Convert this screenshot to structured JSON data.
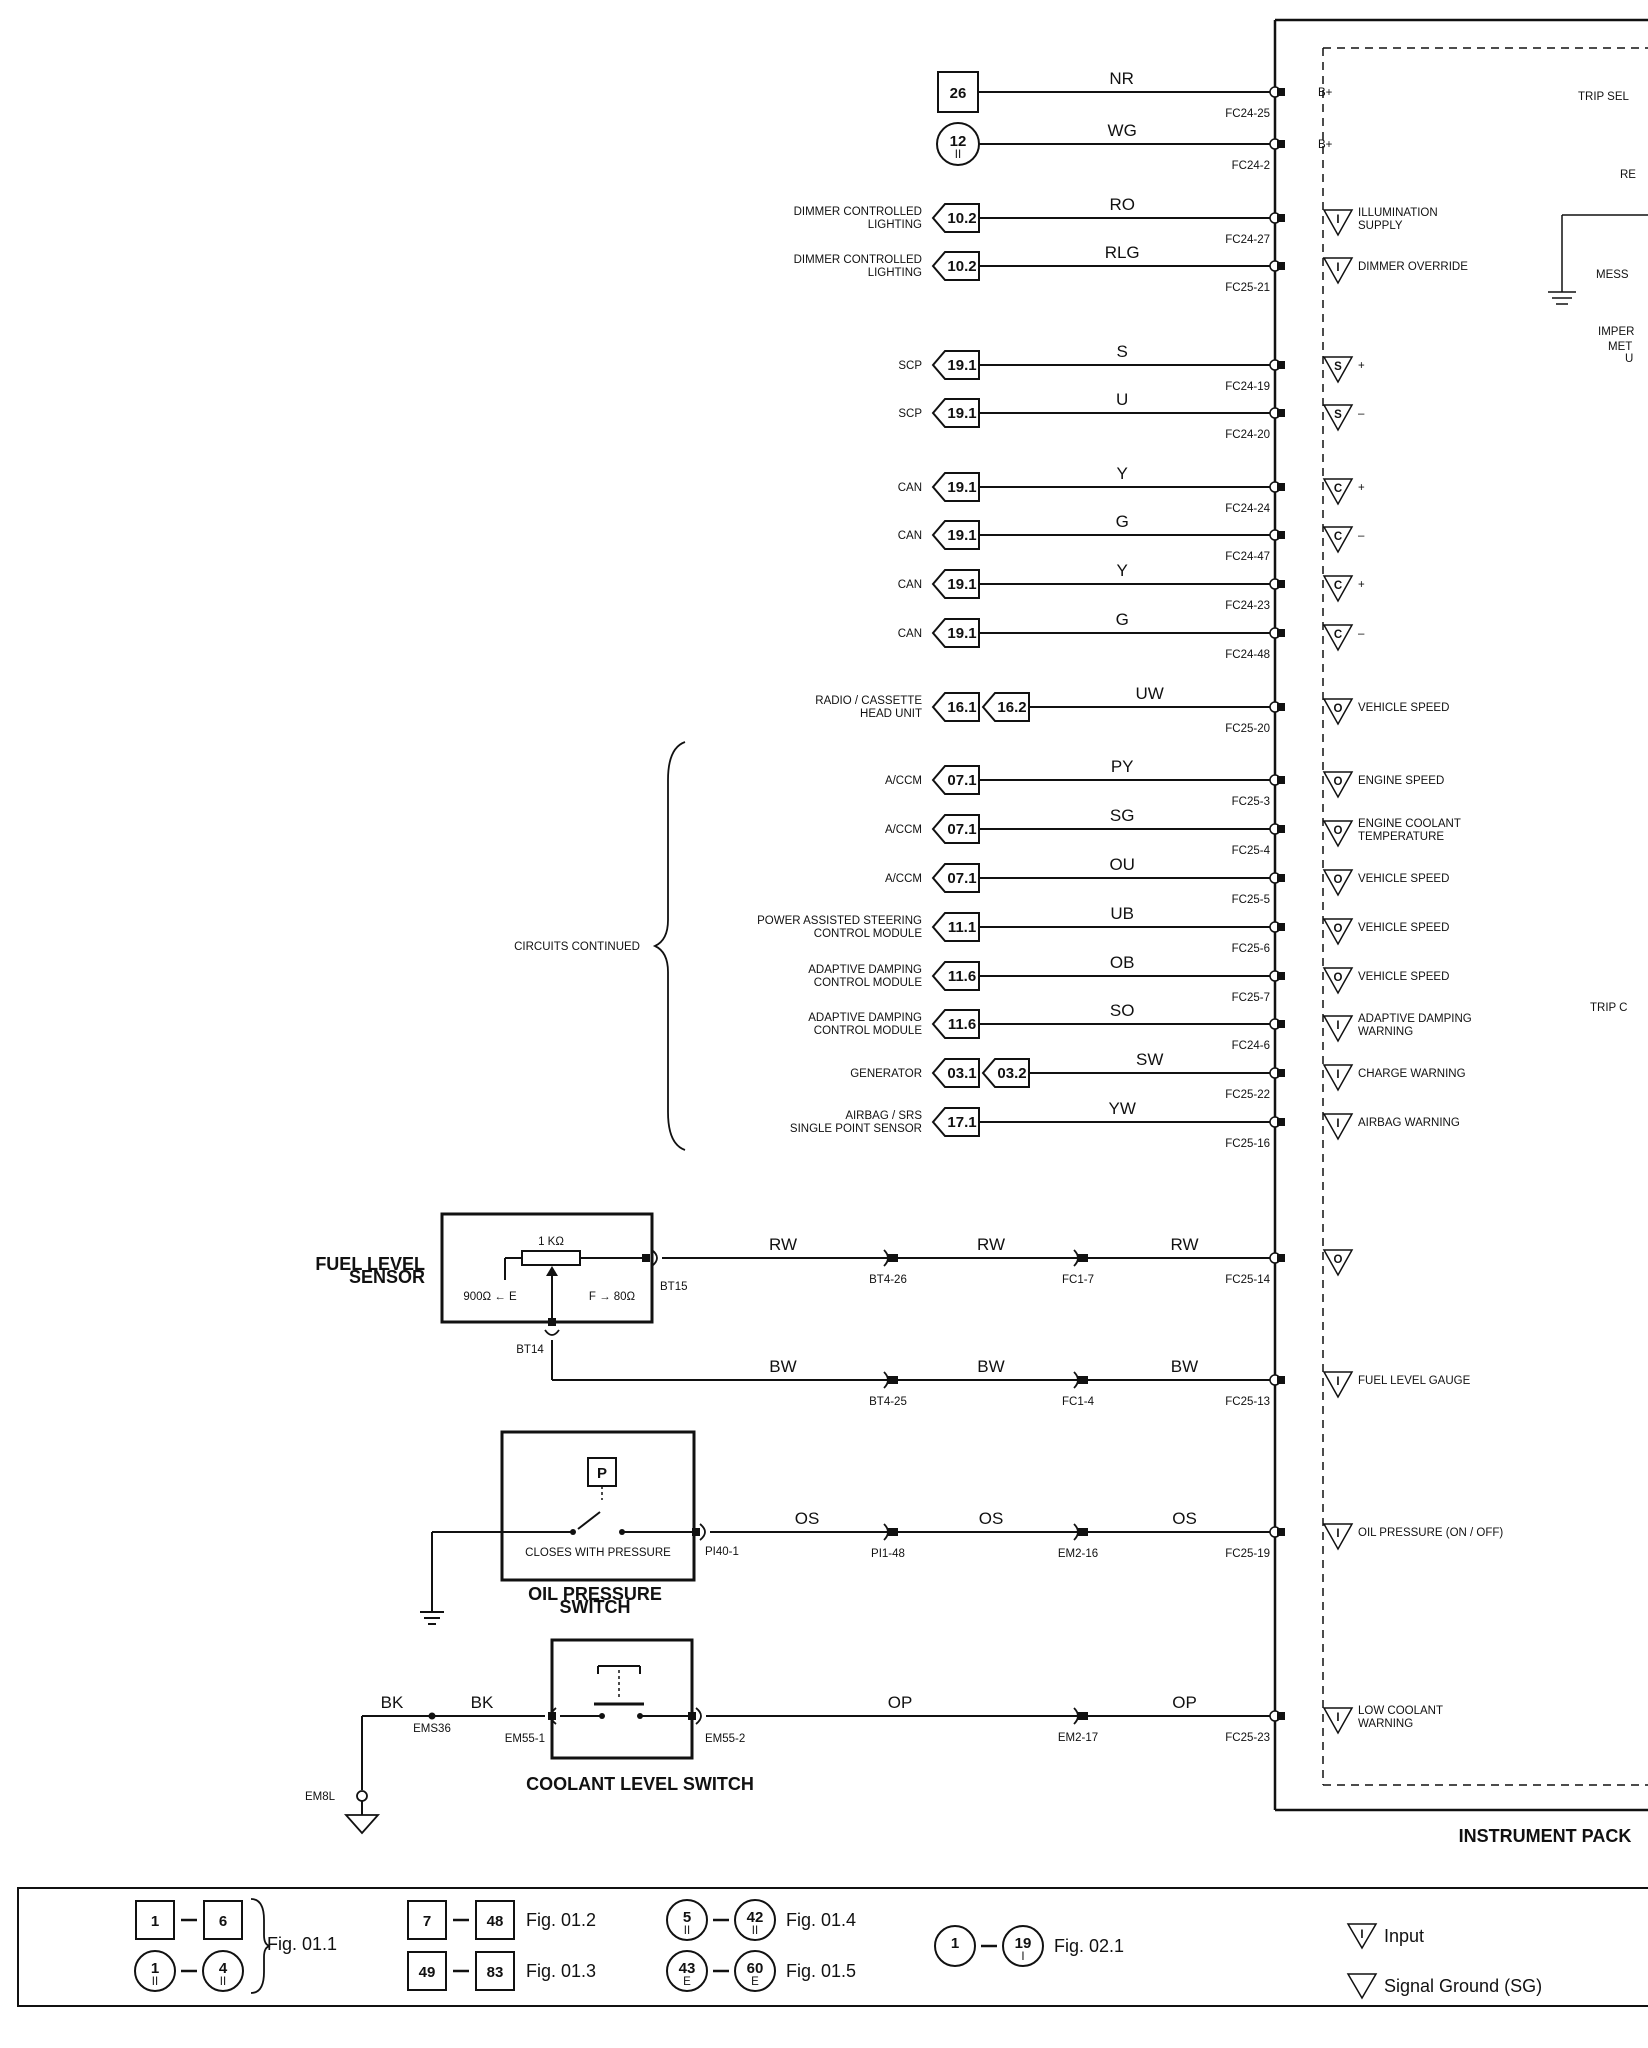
{
  "module": {
    "name": "INSTRUMENT PACK",
    "partial_labels": [
      "TRIP SEL",
      "RE",
      "MESS",
      "IMPER",
      "MET",
      "U",
      "TRIP C"
    ]
  },
  "upper_circuits": [
    {
      "source": "",
      "refs": [
        {
          "num": "26",
          "shape": "square",
          "sub": ""
        }
      ],
      "wire": "NR",
      "pin": "FC24-25",
      "symbol": "",
      "desc": "B+"
    },
    {
      "source": "",
      "refs": [
        {
          "num": "12",
          "shape": "circle",
          "sub": "II"
        }
      ],
      "wire": "WG",
      "pin": "FC24-2",
      "symbol": "",
      "desc": "B+"
    },
    {
      "source": "DIMMER CONTROLLED\nLIGHTING",
      "refs": [
        {
          "num": "10.2",
          "shape": "pent"
        }
      ],
      "wire": "RO",
      "pin": "FC24-27",
      "symbol": "I",
      "desc": "ILLUMINATION\nSUPPLY"
    },
    {
      "source": "DIMMER CONTROLLED\nLIGHTING",
      "refs": [
        {
          "num": "10.2",
          "shape": "pent"
        }
      ],
      "wire": "RLG",
      "pin": "FC25-21",
      "symbol": "I",
      "desc": "DIMMER OVERRIDE"
    },
    {
      "source": "SCP",
      "refs": [
        {
          "num": "19.1",
          "shape": "pent"
        }
      ],
      "wire": "S",
      "pin": "FC24-19",
      "symbol": "S",
      "desc": "+"
    },
    {
      "source": "SCP",
      "refs": [
        {
          "num": "19.1",
          "shape": "pent"
        }
      ],
      "wire": "U",
      "pin": "FC24-20",
      "symbol": "S",
      "desc": "–"
    },
    {
      "source": "CAN",
      "refs": [
        {
          "num": "19.1",
          "shape": "pent"
        }
      ],
      "wire": "Y",
      "pin": "FC24-24",
      "symbol": "C",
      "desc": "+"
    },
    {
      "source": "CAN",
      "refs": [
        {
          "num": "19.1",
          "shape": "pent"
        }
      ],
      "wire": "G",
      "pin": "FC24-47",
      "symbol": "C",
      "desc": "–"
    },
    {
      "source": "CAN",
      "refs": [
        {
          "num": "19.1",
          "shape": "pent"
        }
      ],
      "wire": "Y",
      "pin": "FC24-23",
      "symbol": "C",
      "desc": "+"
    },
    {
      "source": "CAN",
      "refs": [
        {
          "num": "19.1",
          "shape": "pent"
        }
      ],
      "wire": "G",
      "pin": "FC24-48",
      "symbol": "C",
      "desc": "–"
    },
    {
      "source": "RADIO / CASSETTE\nHEAD UNIT",
      "refs": [
        {
          "num": "16.1",
          "shape": "pent"
        },
        {
          "num": "16.2",
          "shape": "pent"
        }
      ],
      "wire": "UW",
      "pin": "FC25-20",
      "symbol": "O",
      "desc": "VEHICLE SPEED"
    },
    {
      "source": "A/CCM",
      "refs": [
        {
          "num": "07.1",
          "shape": "pent"
        }
      ],
      "wire": "PY",
      "pin": "FC25-3",
      "symbol": "O",
      "desc": "ENGINE SPEED"
    },
    {
      "source": "A/CCM",
      "refs": [
        {
          "num": "07.1",
          "shape": "pent"
        }
      ],
      "wire": "SG",
      "pin": "FC25-4",
      "symbol": "O",
      "desc": "ENGINE COOLANT\nTEMPERATURE"
    },
    {
      "source": "A/CCM",
      "refs": [
        {
          "num": "07.1",
          "shape": "pent"
        }
      ],
      "wire": "OU",
      "pin": "FC25-5",
      "symbol": "O",
      "desc": "VEHICLE SPEED"
    },
    {
      "source": "POWER ASSISTED STEERING\nCONTROL MODULE",
      "refs": [
        {
          "num": "11.1",
          "shape": "pent"
        }
      ],
      "wire": "UB",
      "pin": "FC25-6",
      "symbol": "O",
      "desc": "VEHICLE SPEED"
    },
    {
      "source": "ADAPTIVE DAMPING\nCONTROL MODULE",
      "refs": [
        {
          "num": "11.6",
          "shape": "pent"
        }
      ],
      "wire": "OB",
      "pin": "FC25-7",
      "symbol": "O",
      "desc": "VEHICLE SPEED"
    },
    {
      "source": "ADAPTIVE DAMPING\nCONTROL MODULE",
      "refs": [
        {
          "num": "11.6",
          "shape": "pent"
        }
      ],
      "wire": "SO",
      "pin": "FC24-6",
      "symbol": "I",
      "desc": "ADAPTIVE DAMPING\nWARNING"
    },
    {
      "source": "GENERATOR",
      "refs": [
        {
          "num": "03.1",
          "shape": "pent"
        },
        {
          "num": "03.2",
          "shape": "pent"
        }
      ],
      "wire": "SW",
      "pin": "FC25-22",
      "symbol": "I",
      "desc": "CHARGE WARNING"
    },
    {
      "source": "AIRBAG / SRS\nSINGLE POINT SENSOR",
      "refs": [
        {
          "num": "17.1",
          "shape": "pent"
        }
      ],
      "wire": "YW",
      "pin": "FC25-16",
      "symbol": "I",
      "desc": "AIRBAG WARNING"
    }
  ],
  "brace_label": "CIRCUITS CONTINUED",
  "fuel_sensor": {
    "name": "FUEL LEVEL\nSENSOR",
    "resistor": "1 KΩ",
    "empty_text": "900Ω ← E",
    "full_text": "F → 80Ω",
    "pin_signal": "BT15",
    "pin_return": "BT14",
    "signal_wire": {
      "segments": [
        "RW",
        "RW",
        "RW"
      ],
      "connectors": [
        "BT4-26",
        "FC1-7"
      ],
      "pin": "FC25-14",
      "symbol": "O",
      "desc": ""
    },
    "return_wire": {
      "segments": [
        "BW",
        "BW",
        "BW"
      ],
      "connectors": [
        "BT4-25",
        "FC1-4"
      ],
      "pin": "FC25-13",
      "symbol": "I",
      "desc": "FUEL LEVEL GAUGE"
    }
  },
  "oil_switch": {
    "name": "OIL PRESSURE\nSWITCH",
    "inner_text": "CLOSES WITH PRESSURE",
    "symbol": "P",
    "pin": "PI40-1",
    "wire": {
      "segments": [
        "OS",
        "OS",
        "OS"
      ],
      "connectors": [
        "PI1-48",
        "EM2-16"
      ],
      "pin": "FC25-19",
      "symbol": "I",
      "desc": "OIL PRESSURE (ON / OFF)"
    }
  },
  "coolant_switch": {
    "name": "COOLANT LEVEL SWITCH",
    "pin_in": "EM55-1",
    "pin_out": "EM55-2",
    "ground_wire": [
      "BK",
      "BK"
    ],
    "splice": "EMS36",
    "ground": "EM8L",
    "wire": {
      "segments": [
        "OP",
        "OP"
      ],
      "connectors": [
        "EM2-17"
      ],
      "pin": "FC25-23",
      "symbol": "I",
      "desc": "LOW COOLANT\nWARNING"
    }
  },
  "legend": {
    "groups": [
      {
        "a": "1",
        "b": "6",
        "a_sub": "",
        "b_sub": "",
        "shape": "square",
        "fig": "Fig. 01.1"
      },
      {
        "a": "1",
        "b": "4",
        "a_sub": "II",
        "b_sub": "II",
        "shape": "circle",
        "fig": ""
      },
      {
        "a": "7",
        "b": "48",
        "shape": "square",
        "fig": "Fig. 01.2"
      },
      {
        "a": "49",
        "b": "83",
        "shape": "square",
        "fig": "Fig. 01.3"
      },
      {
        "a": "5",
        "b": "42",
        "a_sub": "II",
        "b_sub": "II",
        "shape": "circle",
        "fig": "Fig. 01.4"
      },
      {
        "a": "43",
        "b": "60",
        "a_sub": "E",
        "b_sub": "E",
        "shape": "circle",
        "fig": "Fig. 01.5"
      },
      {
        "a": "1",
        "b": "19",
        "a_sub": "",
        "b_sub": "I",
        "shape": "circle",
        "fig": "Fig. 02.1"
      }
    ],
    "input_label": "Input",
    "ground_label": "Signal Ground (SG)"
  }
}
